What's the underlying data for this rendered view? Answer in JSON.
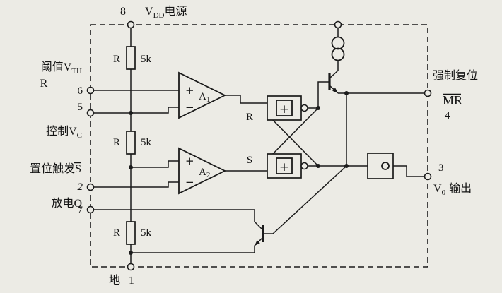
{
  "colors": {
    "line": "#1b1b1b",
    "ink": "#141414",
    "background": "#ecebe5",
    "paper": "#f6f5f0"
  },
  "pins": {
    "pin8": {
      "number": "8",
      "label_v": "V",
      "label_sub": "DD",
      "label_text": "电源"
    },
    "pin6": {
      "number": "6",
      "label_line1": "阈值V",
      "label_line1_sub": "TH",
      "label_line2": "R"
    },
    "pin5": {
      "number": "5",
      "label": "控制V",
      "label_sub": "C"
    },
    "pin2": {
      "number": "2",
      "label": "置位触发",
      "label_s": "S"
    },
    "pin7": {
      "number": "7",
      "label": "放电Q"
    },
    "pin1": {
      "number": "1",
      "label": "地"
    },
    "pin4": {
      "number": "4",
      "label": "强制复位",
      "label_mr": "MR"
    },
    "pin3": {
      "number": "3",
      "label_v": "V",
      "label_sub": "0",
      "label_text": "输出"
    }
  },
  "resistors": {
    "r1": {
      "name": "R",
      "value": "5k"
    },
    "r2": {
      "name": "R",
      "value": "5k"
    },
    "r3": {
      "name": "R",
      "value": "5k"
    }
  },
  "comparators": {
    "a1": {
      "name": "A",
      "sub": "1",
      "plus": "+",
      "minus": "−"
    },
    "a2": {
      "name": "A",
      "sub": "2",
      "plus": "+",
      "minus": "−"
    }
  },
  "flipflop": {
    "r_input": "R",
    "s_input": "S",
    "gate1_symbol": "+",
    "gate2_symbol": "+"
  }
}
